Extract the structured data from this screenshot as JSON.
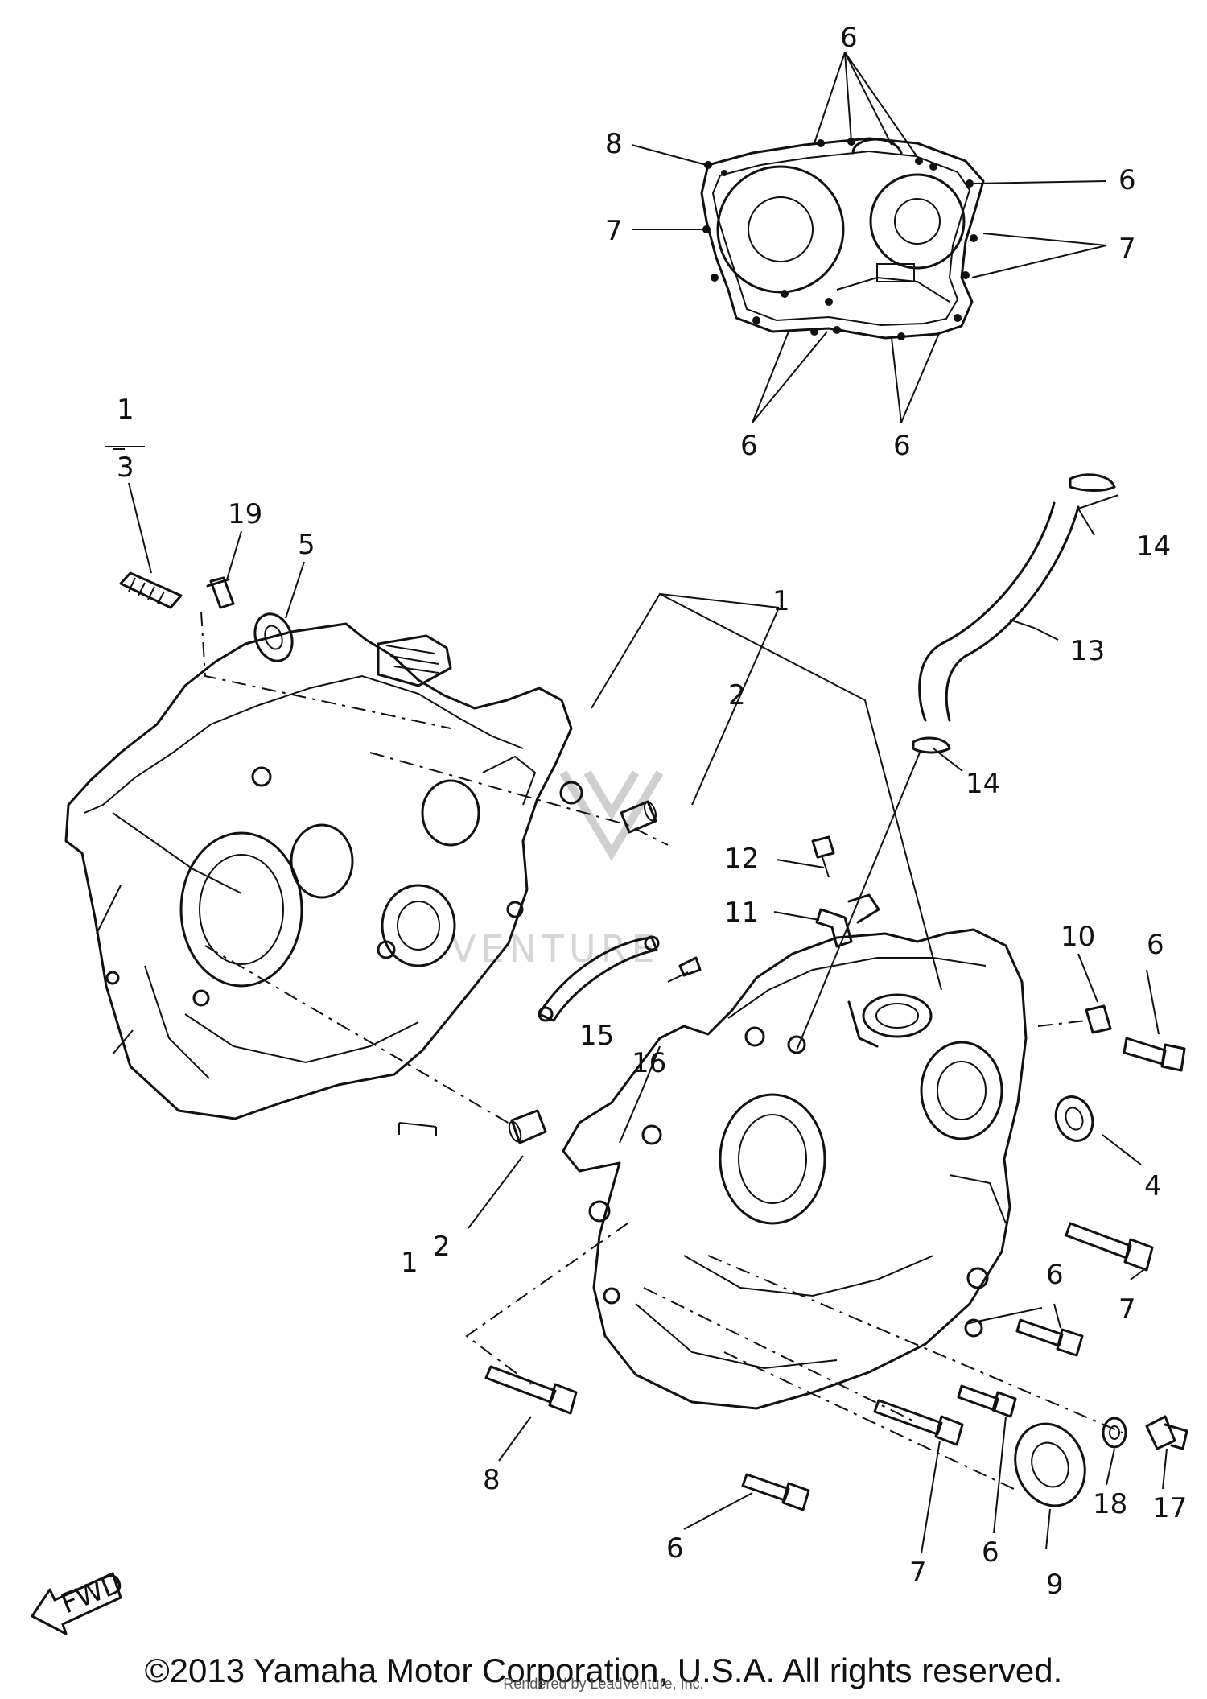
{
  "callouts": [
    {
      "text": "6"
    },
    {
      "text": "8"
    },
    {
      "text": "6"
    },
    {
      "text": "7"
    },
    {
      "text": "7"
    },
    {
      "text": "6"
    },
    {
      "text": "6"
    },
    {
      "text": "1"
    },
    {
      "text": "3"
    },
    {
      "text": "19"
    },
    {
      "text": "5"
    },
    {
      "text": "14"
    },
    {
      "text": "13"
    },
    {
      "text": "1"
    },
    {
      "text": "2"
    },
    {
      "text": "14"
    },
    {
      "text": "12"
    },
    {
      "text": "11"
    },
    {
      "text": "10"
    },
    {
      "text": "6"
    },
    {
      "text": "15"
    },
    {
      "text": "16"
    },
    {
      "text": "4"
    },
    {
      "text": "2"
    },
    {
      "text": "1"
    },
    {
      "text": "7"
    },
    {
      "text": "6"
    },
    {
      "text": "8"
    },
    {
      "text": "6"
    },
    {
      "text": "7"
    },
    {
      "text": "6"
    },
    {
      "text": "18"
    },
    {
      "text": "17"
    },
    {
      "text": "9"
    }
  ],
  "direction_marker": "FWD",
  "watermark": "VENTURE",
  "footer": {
    "copyright": "©2013 Yamaha Motor Corporation, U.S.A. All rights reserved.",
    "credit": "Rendered by LeadVenture, Inc."
  }
}
